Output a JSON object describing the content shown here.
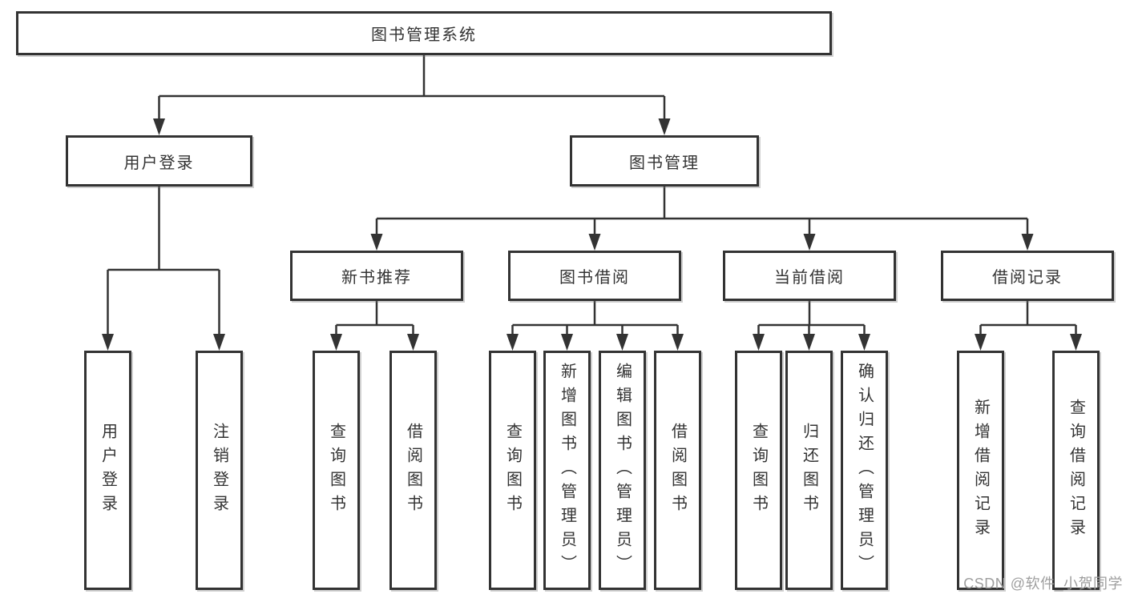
{
  "theme": {
    "line_color": "#333333",
    "box_border_color": "#333333",
    "text_color": "#333333",
    "background": "#ffffff",
    "watermark_color": "#9e9e9e"
  },
  "watermark": "CSDN @软件_小贺同学",
  "diagram": {
    "root": {
      "label": "图书管理系统"
    },
    "children": [
      {
        "label": "用户登录",
        "children": [
          {
            "label": "用户登录"
          },
          {
            "label": "注销登录"
          }
        ]
      },
      {
        "label": "图书管理",
        "children": [
          {
            "label": "新书推荐",
            "children": [
              {
                "label": "查询图书"
              },
              {
                "label": "借阅图书"
              }
            ]
          },
          {
            "label": "图书借阅",
            "children": [
              {
                "label": "查询图书"
              },
              {
                "label": "新增图书（管理员）"
              },
              {
                "label": "编辑图书（管理员）"
              },
              {
                "label": "借阅图书"
              }
            ]
          },
          {
            "label": "当前借阅",
            "children": [
              {
                "label": "查询图书"
              },
              {
                "label": "归还图书"
              },
              {
                "label": "确认归还（管理员）"
              }
            ]
          },
          {
            "label": "借阅记录",
            "children": [
              {
                "label": "新增借阅记录"
              },
              {
                "label": "查询借阅记录"
              }
            ]
          }
        ]
      }
    ]
  }
}
